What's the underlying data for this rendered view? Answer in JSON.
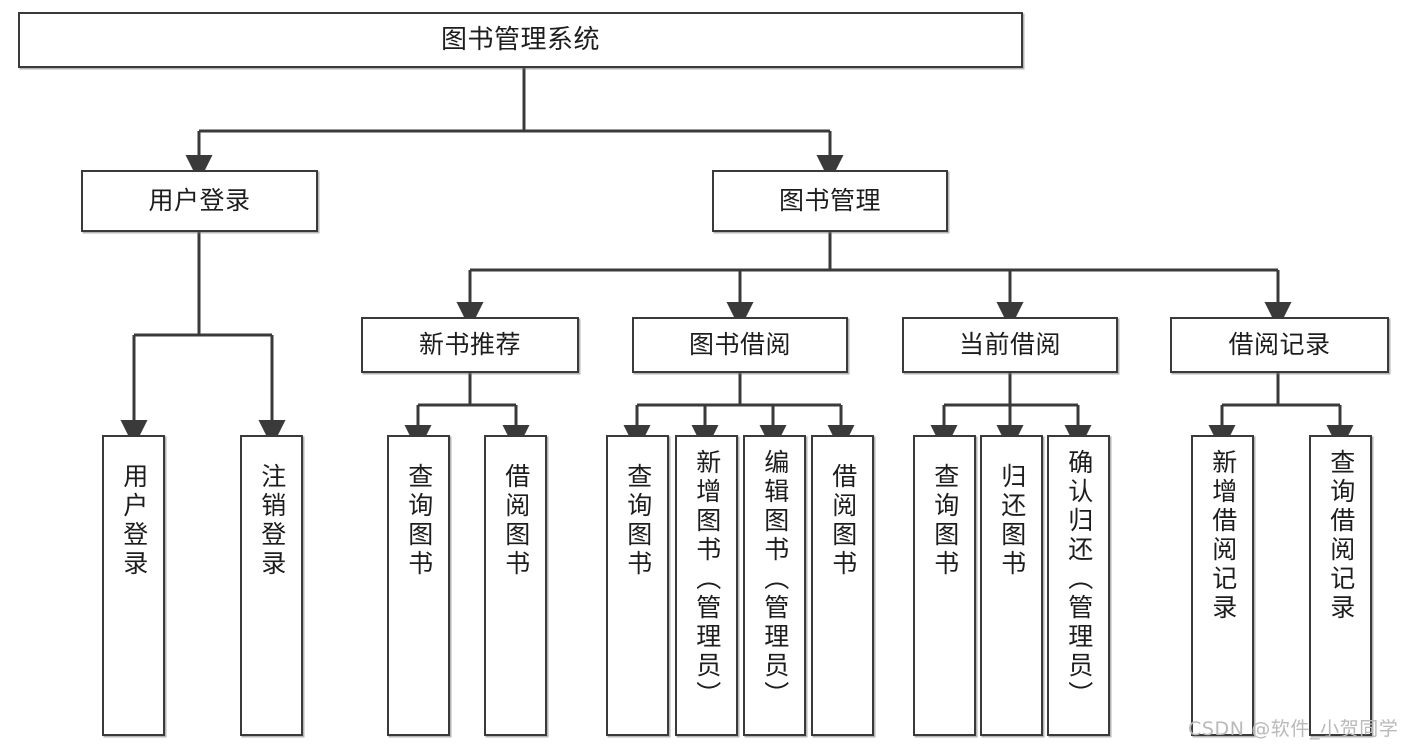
{
  "diagram": {
    "title": "图书管理系统",
    "type": "tree",
    "watermark": "CSDN @软件_小贺同学",
    "colors": {
      "background": "#ffffff",
      "box_border": "#3a3a3a",
      "box_fill": "#ffffff",
      "edge": "#3a3a3a",
      "text": "#1d1d1d",
      "watermark": "#b9b9b9"
    },
    "nodes": {
      "root": {
        "label": "图书管理系统",
        "level": 1
      },
      "l2": [
        {
          "id": "user_login",
          "label": "用户登录",
          "level": 2
        },
        {
          "id": "book_mgmt",
          "label": "图书管理",
          "level": 2
        }
      ],
      "l3": [
        {
          "id": "new_book_rec",
          "label": "新书推荐",
          "level": 3,
          "parent": "book_mgmt"
        },
        {
          "id": "book_borrow",
          "label": "图书借阅",
          "level": 3,
          "parent": "book_mgmt"
        },
        {
          "id": "current_borrow",
          "label": "当前借阅",
          "level": 3,
          "parent": "book_mgmt"
        },
        {
          "id": "borrow_record",
          "label": "借阅记录",
          "level": 3,
          "parent": "book_mgmt"
        }
      ],
      "leaves": [
        {
          "id": "leaf_user_login",
          "label": "用户登录",
          "parent": "user_login"
        },
        {
          "id": "leaf_logout",
          "label": "注销登录",
          "parent": "user_login"
        },
        {
          "id": "leaf_query_book_1",
          "label": "查询图书",
          "parent": "new_book_rec"
        },
        {
          "id": "leaf_borrow_book_1",
          "label": "借阅图书",
          "parent": "new_book_rec"
        },
        {
          "id": "leaf_query_book_2",
          "label": "查询图书",
          "parent": "book_borrow"
        },
        {
          "id": "leaf_add_book",
          "label": "新增图书（管理员）",
          "parent": "book_borrow"
        },
        {
          "id": "leaf_edit_book",
          "label": "编辑图书（管理员）",
          "parent": "book_borrow"
        },
        {
          "id": "leaf_borrow_book_2",
          "label": "借阅图书",
          "parent": "book_borrow"
        },
        {
          "id": "leaf_query_book_3",
          "label": "查询图书",
          "parent": "current_borrow"
        },
        {
          "id": "leaf_return_book",
          "label": "归还图书",
          "parent": "current_borrow"
        },
        {
          "id": "leaf_confirm_return",
          "label": "确认归还（管理员）",
          "parent": "current_borrow"
        },
        {
          "id": "leaf_add_record",
          "label": "新增借阅记录",
          "parent": "borrow_record"
        },
        {
          "id": "leaf_query_record",
          "label": "查询借阅记录",
          "parent": "borrow_record"
        }
      ]
    }
  }
}
